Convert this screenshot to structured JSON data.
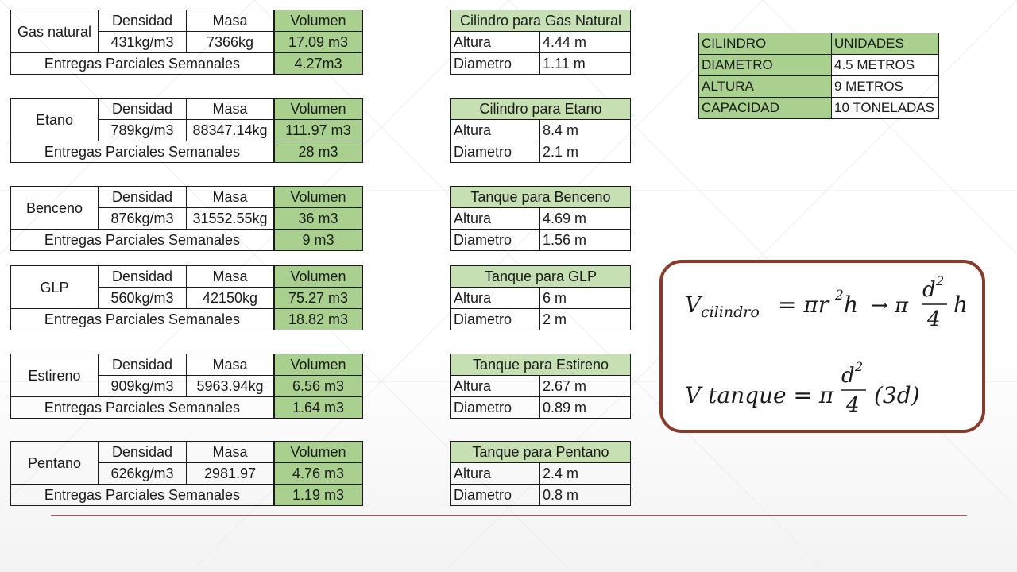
{
  "headers": {
    "densidad": "Densidad",
    "masa": "Masa",
    "volumen": "Volumen",
    "entregas": "Entregas Parciales Semanales",
    "altura": "Altura",
    "diametro": "Diametro"
  },
  "substances": [
    {
      "name": "Gas natural",
      "densidad": "431kg/m3",
      "masa": "7366kg",
      "volumen": "17.09 m3",
      "entregas": "4.27m3",
      "tank_title": "Cilindro para Gas Natural",
      "altura": "4.44 m",
      "diametro": "1.11 m"
    },
    {
      "name": "Etano",
      "densidad": "789kg/m3",
      "masa": "88347.14kg",
      "volumen": "111.97 m3",
      "entregas": "28 m3",
      "tank_title": "Cilindro para Etano",
      "altura": "8.4 m",
      "diametro": "2.1 m"
    },
    {
      "name": "Benceno",
      "densidad": "876kg/m3",
      "masa": "31552.55kg",
      "volumen": "36 m3",
      "entregas": "9 m3",
      "tank_title": "Tanque para Benceno",
      "altura": "4.69 m",
      "diametro": "1.56 m"
    },
    {
      "name": "GLP",
      "densidad": "560kg/m3",
      "masa": "42150kg",
      "volumen": "75.27 m3",
      "entregas": "18.82 m3",
      "tank_title": "Tanque para GLP",
      "altura": "6 m",
      "diametro": "2 m"
    },
    {
      "name": "Estireno",
      "densidad": "909kg/m3",
      "masa": "5963.94kg",
      "volumen": "6.56 m3",
      "entregas": "1.64 m3",
      "tank_title": "Tanque para Estireno",
      "altura": "2.67 m",
      "diametro": "0.89 m"
    },
    {
      "name": "Pentano",
      "densidad": "626kg/m3",
      "masa": "2981.97",
      "volumen": "4.76 m3",
      "entregas": "1.19 m3",
      "tank_title": "Tanque para Pentano",
      "altura": "2.4 m",
      "diametro": "0.8 m"
    }
  ],
  "units_table": {
    "rows": [
      {
        "k": "CILINDRO",
        "v": "UNIDADES"
      },
      {
        "k": "DIAMETRO",
        "v": "4.5 METROS"
      },
      {
        "k": "ALTURA",
        "v": "9 METROS"
      },
      {
        "k": "CAPACIDAD",
        "v": "10 TONELADAS"
      }
    ]
  },
  "formulas": {
    "f1_v": "V",
    "f1_sub": "cilindro",
    "f1_eq": "= πr",
    "f1_sq": "2",
    "f1_h": "h",
    "f1_arrow": "→ π",
    "f1_num": "d",
    "f1_num_sq": "2",
    "f1_den": "4",
    "f1_tail": "h",
    "f2_lhs": "V tanque = π",
    "f2_num": "d",
    "f2_num_sq": "2",
    "f2_den": "4",
    "f2_tail": "(3d)"
  },
  "colors": {
    "header_green": "#a9d08e",
    "title_green": "#c6e0b4",
    "formula_border": "#8b3a2a",
    "rule_line": "#c0504d"
  }
}
